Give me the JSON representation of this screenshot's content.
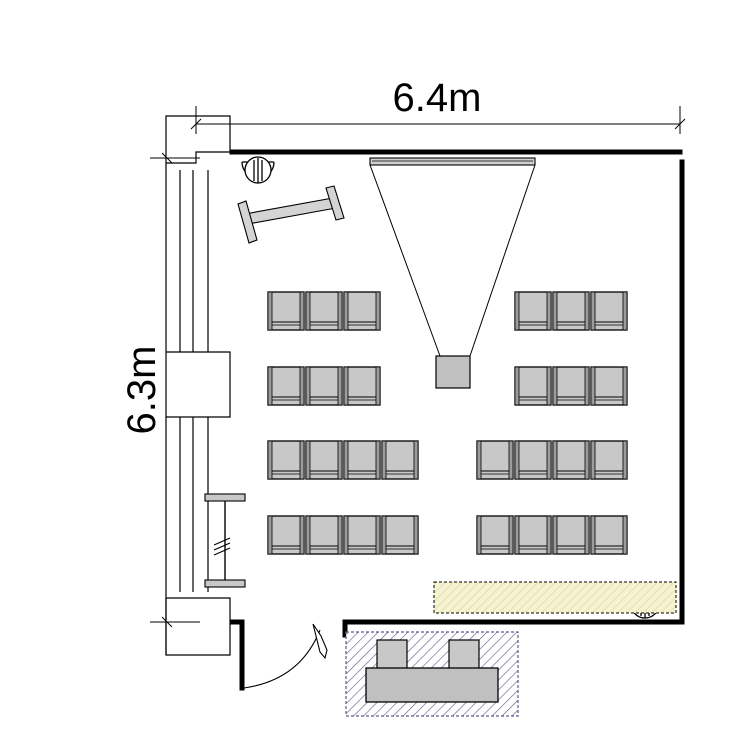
{
  "dimensions": {
    "width_label": "6.4m",
    "depth_label": "6.3m"
  },
  "seating": {
    "rows": 4,
    "chairs_per_row_left": [
      3,
      3,
      4,
      4
    ],
    "chairs_per_row_right": [
      3,
      3,
      4,
      4
    ],
    "total_chairs": 28
  },
  "colors": {
    "wall": "#000000",
    "chair_fill": "#c8c8c8",
    "projector_fill": "#c0c0c0",
    "booth_hatch": "#5a5a8c",
    "stage_fill": "#f6f3d2",
    "stage_hatch": "#d8d29a"
  },
  "icons": [
    "speaker-icon",
    "projector-icon",
    "door-icon"
  ]
}
